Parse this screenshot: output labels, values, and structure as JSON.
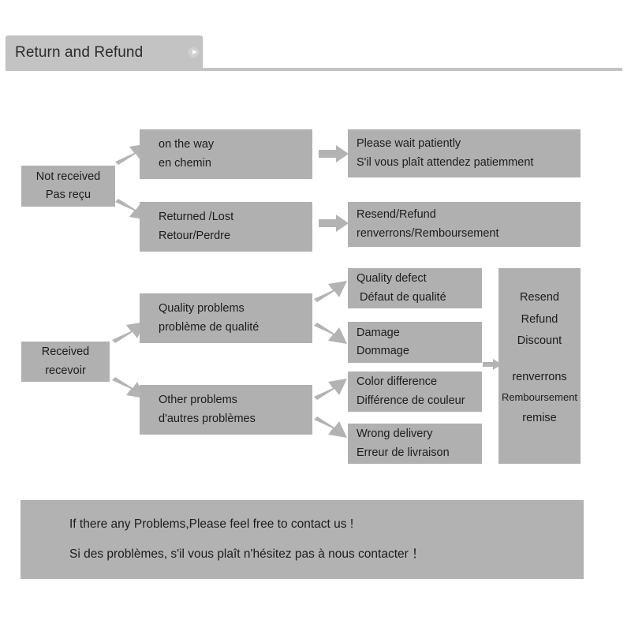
{
  "header": {
    "title": "Return and Refund",
    "play_icon": "play-circle-icon"
  },
  "colors": {
    "box_fill": "#b0b0b0",
    "banner_fill": "#b2b2b2",
    "header_fill": "#c3c3c3",
    "arrow_fill": "#b3b3b3",
    "text": "#1c1c1c",
    "page_background": "#ffffff"
  },
  "flow": {
    "not_received": {
      "en": "Not received",
      "fr": "Pas reçu"
    },
    "on_the_way": {
      "en": "on the way",
      "fr": "en chemin"
    },
    "returned_lost": {
      "en": "Returned /Lost",
      "fr": "Retour/Perdre"
    },
    "please_wait": {
      "en": "Please wait patiently",
      "fr": "S'il vous plaît attendez patiemment"
    },
    "resend_refund": {
      "en": "Resend/Refund",
      "fr": "renverrons/Remboursement"
    },
    "received": {
      "en": "Received",
      "fr": "recevoir"
    },
    "quality_problems": {
      "en": "Quality problems",
      "fr": "problème de qualité"
    },
    "other_problems": {
      "en": "Other problems",
      "fr": "d'autres problèmes"
    },
    "quality_defect": {
      "en": "Quality defect",
      "fr": "Défaut de qualité"
    },
    "damage": {
      "en": "Damage",
      "fr": "Dommage"
    },
    "color_difference": {
      "en": "Color difference",
      "fr": "Différence de couleur"
    },
    "wrong_delivery": {
      "en": "Wrong delivery",
      "fr": "Erreur de livraison"
    },
    "resolution": {
      "en_1": "Resend",
      "en_2": "Refund",
      "en_3": "Discount",
      "fr_1": "renverrons",
      "fr_2": "Remboursement",
      "fr_3": "remise"
    }
  },
  "banner": {
    "en": "If there any Problems,Please feel free to contact us !",
    "fr": "Si des problèmes, s'il vous plaît n'hésitez pas à nous contacter ！"
  }
}
